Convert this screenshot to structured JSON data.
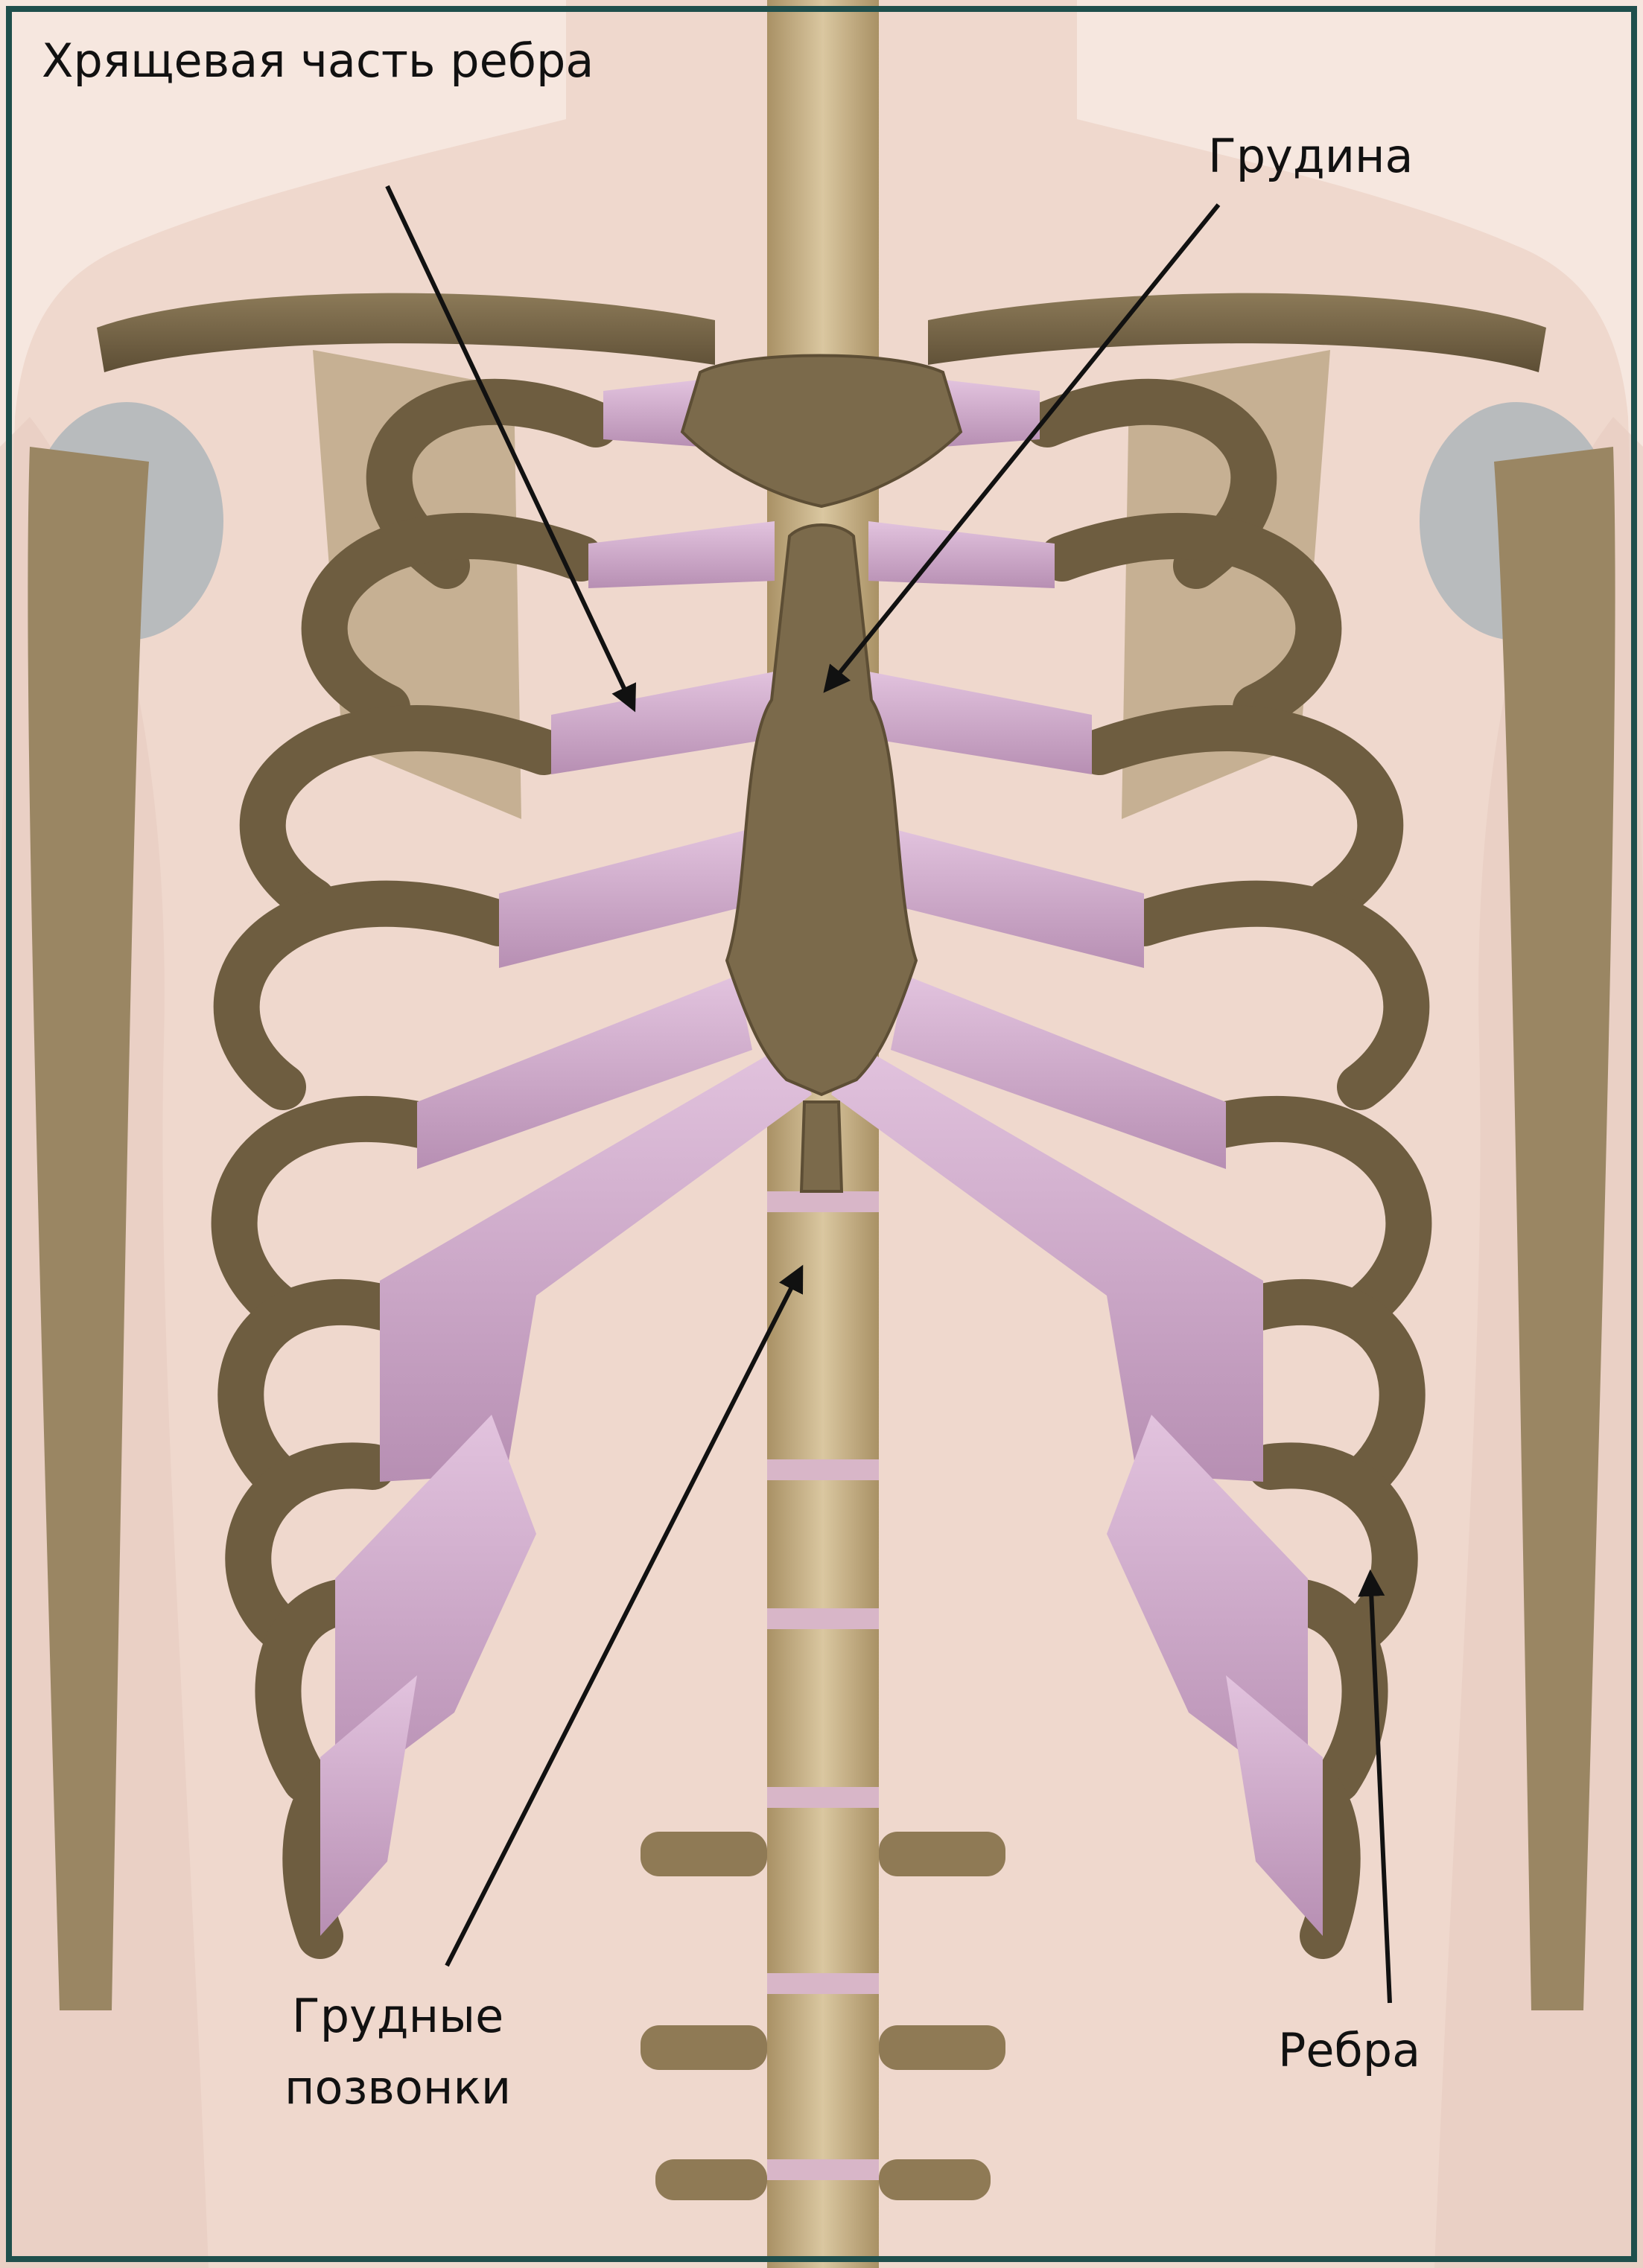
{
  "labels": {
    "costal_cartilage": "Хрящевая часть ребра",
    "sternum": "Грудина",
    "thoracic_vertebrae_line1": "Грудные",
    "thoracic_vertebrae_line2": "позвонки",
    "ribs": "Ребра"
  },
  "colors": {
    "background": "#f6e7df",
    "skin": "#efd8cd",
    "bone": "#7b6a4b",
    "bone_dark": "#5d4e35",
    "cartilage": "#cfa7cb",
    "spine": "#c9b38a",
    "frame": "#1f4f4c",
    "arrow": "#111111"
  }
}
